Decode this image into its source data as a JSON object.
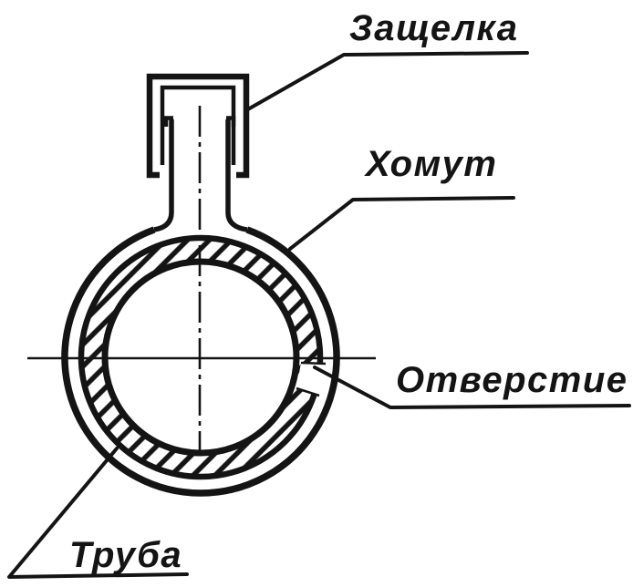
{
  "colors": {
    "background": "#ffffff",
    "ink": "#141414"
  },
  "labels": {
    "latch": "Защелка",
    "clamp": "Хомут",
    "hole": "Отверстие",
    "pipe": "Труба"
  }
}
